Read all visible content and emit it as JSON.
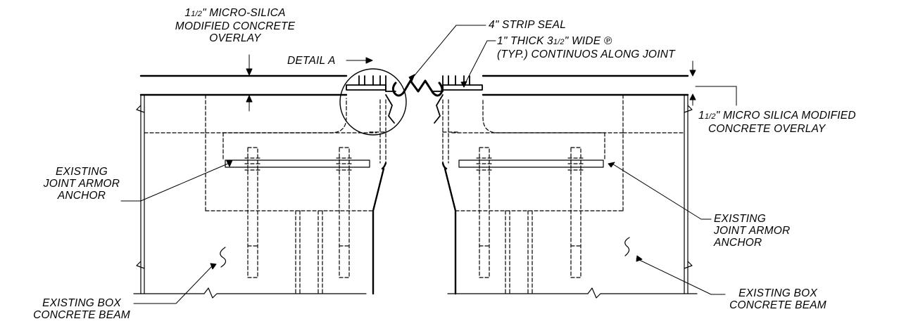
{
  "labels": {
    "overlay_top_left": {
      "line1_pre": "1",
      "line1_frac": "1/2",
      "line1_post": "\" MICRO-SILICA",
      "line2": "MODIFIED CONCRETE",
      "line3": "OVERLAY"
    },
    "strip_seal": "4\" STRIP SEAL",
    "plate_note": {
      "line1_pre": "1\" THICK 3",
      "line1_frac": "1/2",
      "line1_post": "\" WIDE",
      "plate_symbol": "℗",
      "line2": "(TYP.) CONTINUOS ALONG JOINT"
    },
    "detail_a": "DETAIL A",
    "overlay_right": {
      "line1_pre": "1",
      "line1_frac": "1/2",
      "line1_post": "\" MICRO SILICA MODIFIED",
      "line2": "CONCRETE OVERLAY"
    },
    "anchor_left": {
      "line1": "EXISTING",
      "line2": "JOINT ARMOR",
      "line3": "ANCHOR"
    },
    "anchor_right": {
      "line1": "EXISTING",
      "line2": "JOINT ARMOR",
      "line3": "ANCHOR"
    },
    "beam_left": {
      "line1": "EXISTING BOX",
      "line2": "CONCRETE BEAM"
    },
    "beam_right": {
      "line1": "EXISTING BOX",
      "line2": "CONCRETE BEAM"
    }
  },
  "colors": {
    "ink": "#000000",
    "paper": "#ffffff"
  }
}
